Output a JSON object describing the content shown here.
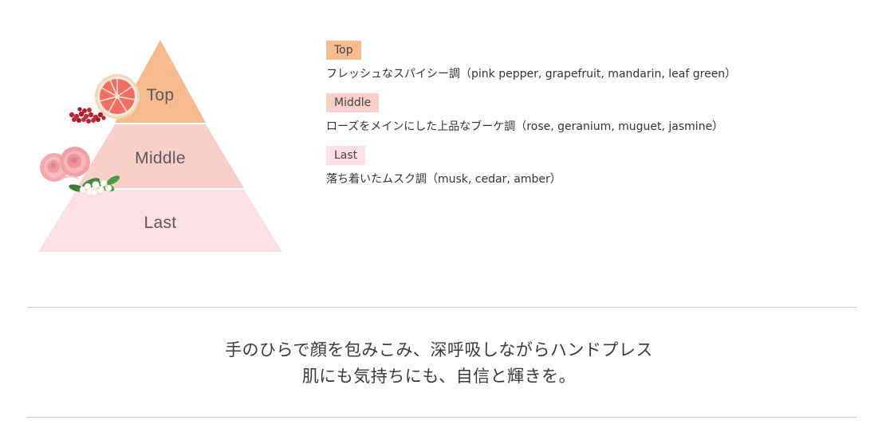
{
  "pyramid": {
    "tiers": {
      "top": {
        "label": "Top",
        "color": "#f6bb8f"
      },
      "middle": {
        "label": "Middle",
        "color": "#f9cfc9"
      },
      "last": {
        "label": "Last",
        "color": "#fde0e4"
      }
    },
    "decorations": [
      "grapefruit-icon",
      "pink-pepper-icon",
      "rose-icon",
      "jasmine-icon"
    ]
  },
  "notes": [
    {
      "badge": "Top",
      "description": "フレッシュなスパイシー調（pink pepper, grapefruit, mandarin, leaf green）"
    },
    {
      "badge": "Middle",
      "description": "ローズをメインにした上品なブーケ調（rose, geranium, muguet, jasmine）"
    },
    {
      "badge": "Last",
      "description": "落ち着いたムスク調（musk, cedar, amber）"
    }
  ],
  "tagline": {
    "line1": "手のひらで顔を包みこみ、深呼吸しながらハンドプレス",
    "line2": "肌にも気持ちにも、自信と輝きを。"
  },
  "colors": {
    "divider": "#c9c9c9",
    "text": "#333333"
  }
}
